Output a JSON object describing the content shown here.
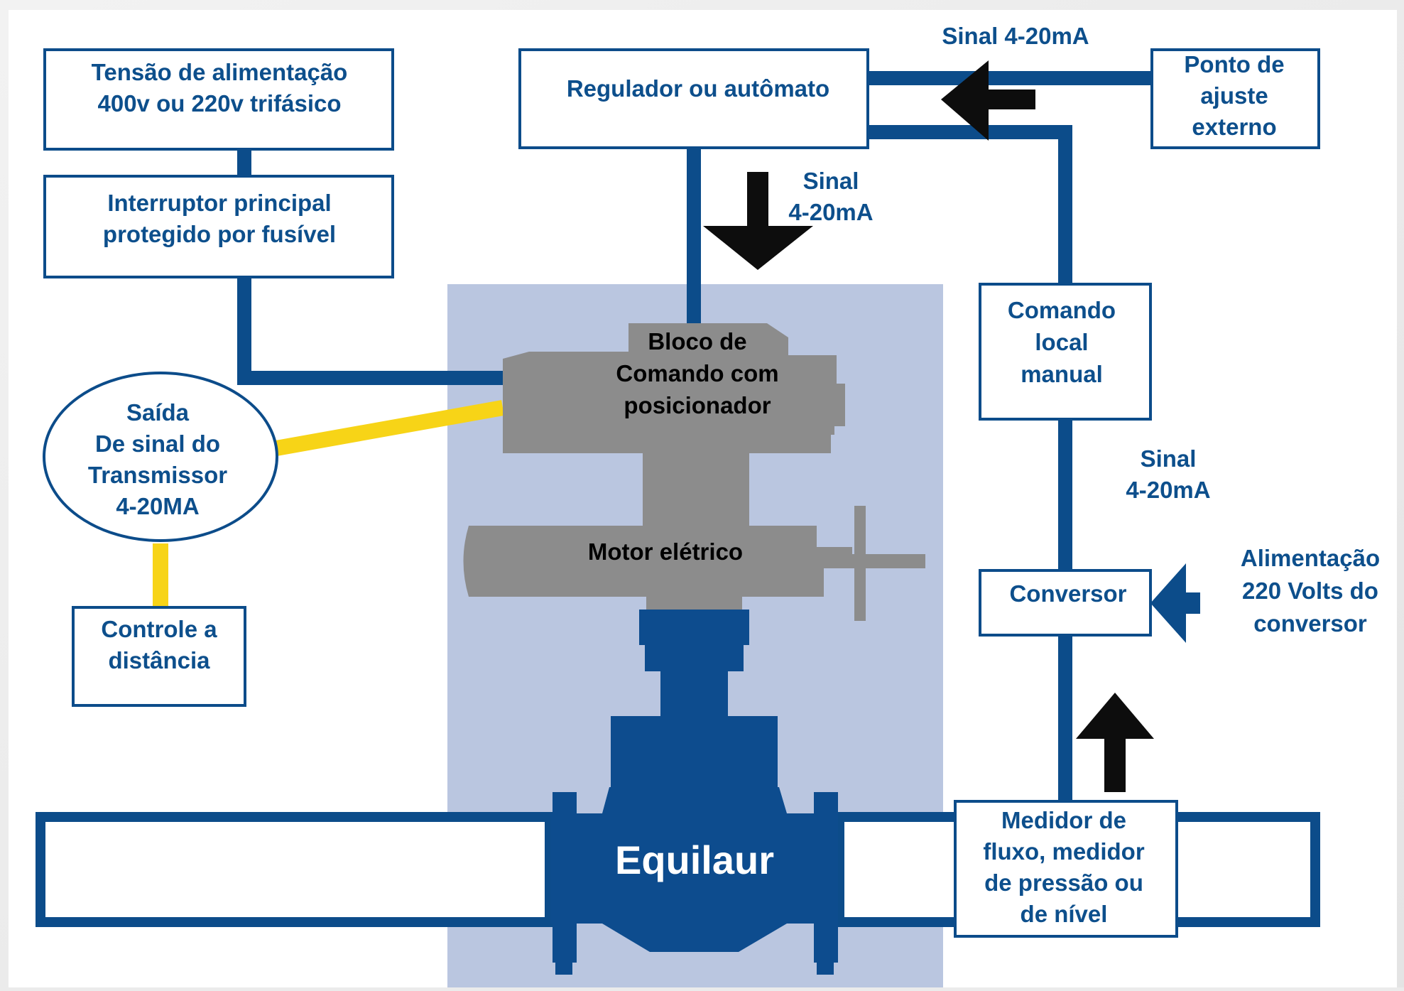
{
  "colors": {
    "background": "#ebebeb",
    "panel": "#ffffff",
    "line_blue": "#0c4c8a",
    "text_blue": "#0d4f8c",
    "signal_yellow": "#f7d417",
    "valve_area": "#bac6e0",
    "actuator_grey": "#8c8c8c",
    "valve_blue": "#0d4c8e",
    "arrow_black": "#0d0d0d"
  },
  "boxes": {
    "power_supply": [
      "Tensão de alimentação",
      "400v ou 220v trifásico"
    ],
    "main_switch": [
      "Interruptor principal",
      "protegido por fusível"
    ],
    "regulator": [
      "Regulador ou autômato"
    ],
    "setpoint": [
      "Ponto de",
      "ajuste",
      "externo"
    ],
    "local_command": [
      "Comando",
      "local",
      "manual"
    ],
    "converter": [
      "Conversor"
    ],
    "remote_control": [
      "Controle a",
      "distância"
    ],
    "meter": [
      "Medidor de",
      "fluxo, medidor",
      "de pressão ou",
      "de nível"
    ]
  },
  "transmitter": [
    "Saída",
    "De sinal do",
    "Transmissor",
    "4-20MA"
  ],
  "labels": {
    "signal_top": [
      "Sinal 4-20mA"
    ],
    "signal_mid": [
      "Sinal",
      "4-20mA"
    ],
    "signal_right": [
      "Sinal",
      "4-20mA"
    ],
    "converter_power": [
      "Alimentação",
      "220 Volts do",
      "conversor"
    ],
    "control_block": [
      "Bloco de",
      "Comando com",
      "posicionador"
    ],
    "motor": [
      "Motor elétrico"
    ],
    "brand": "Equilaur"
  },
  "icons": {
    "down_arrow": "arrow-down-icon",
    "left_arrow": "arrow-left-icon",
    "up_arrow": "arrow-up-icon",
    "power_arrow": "arrow-left-icon"
  }
}
